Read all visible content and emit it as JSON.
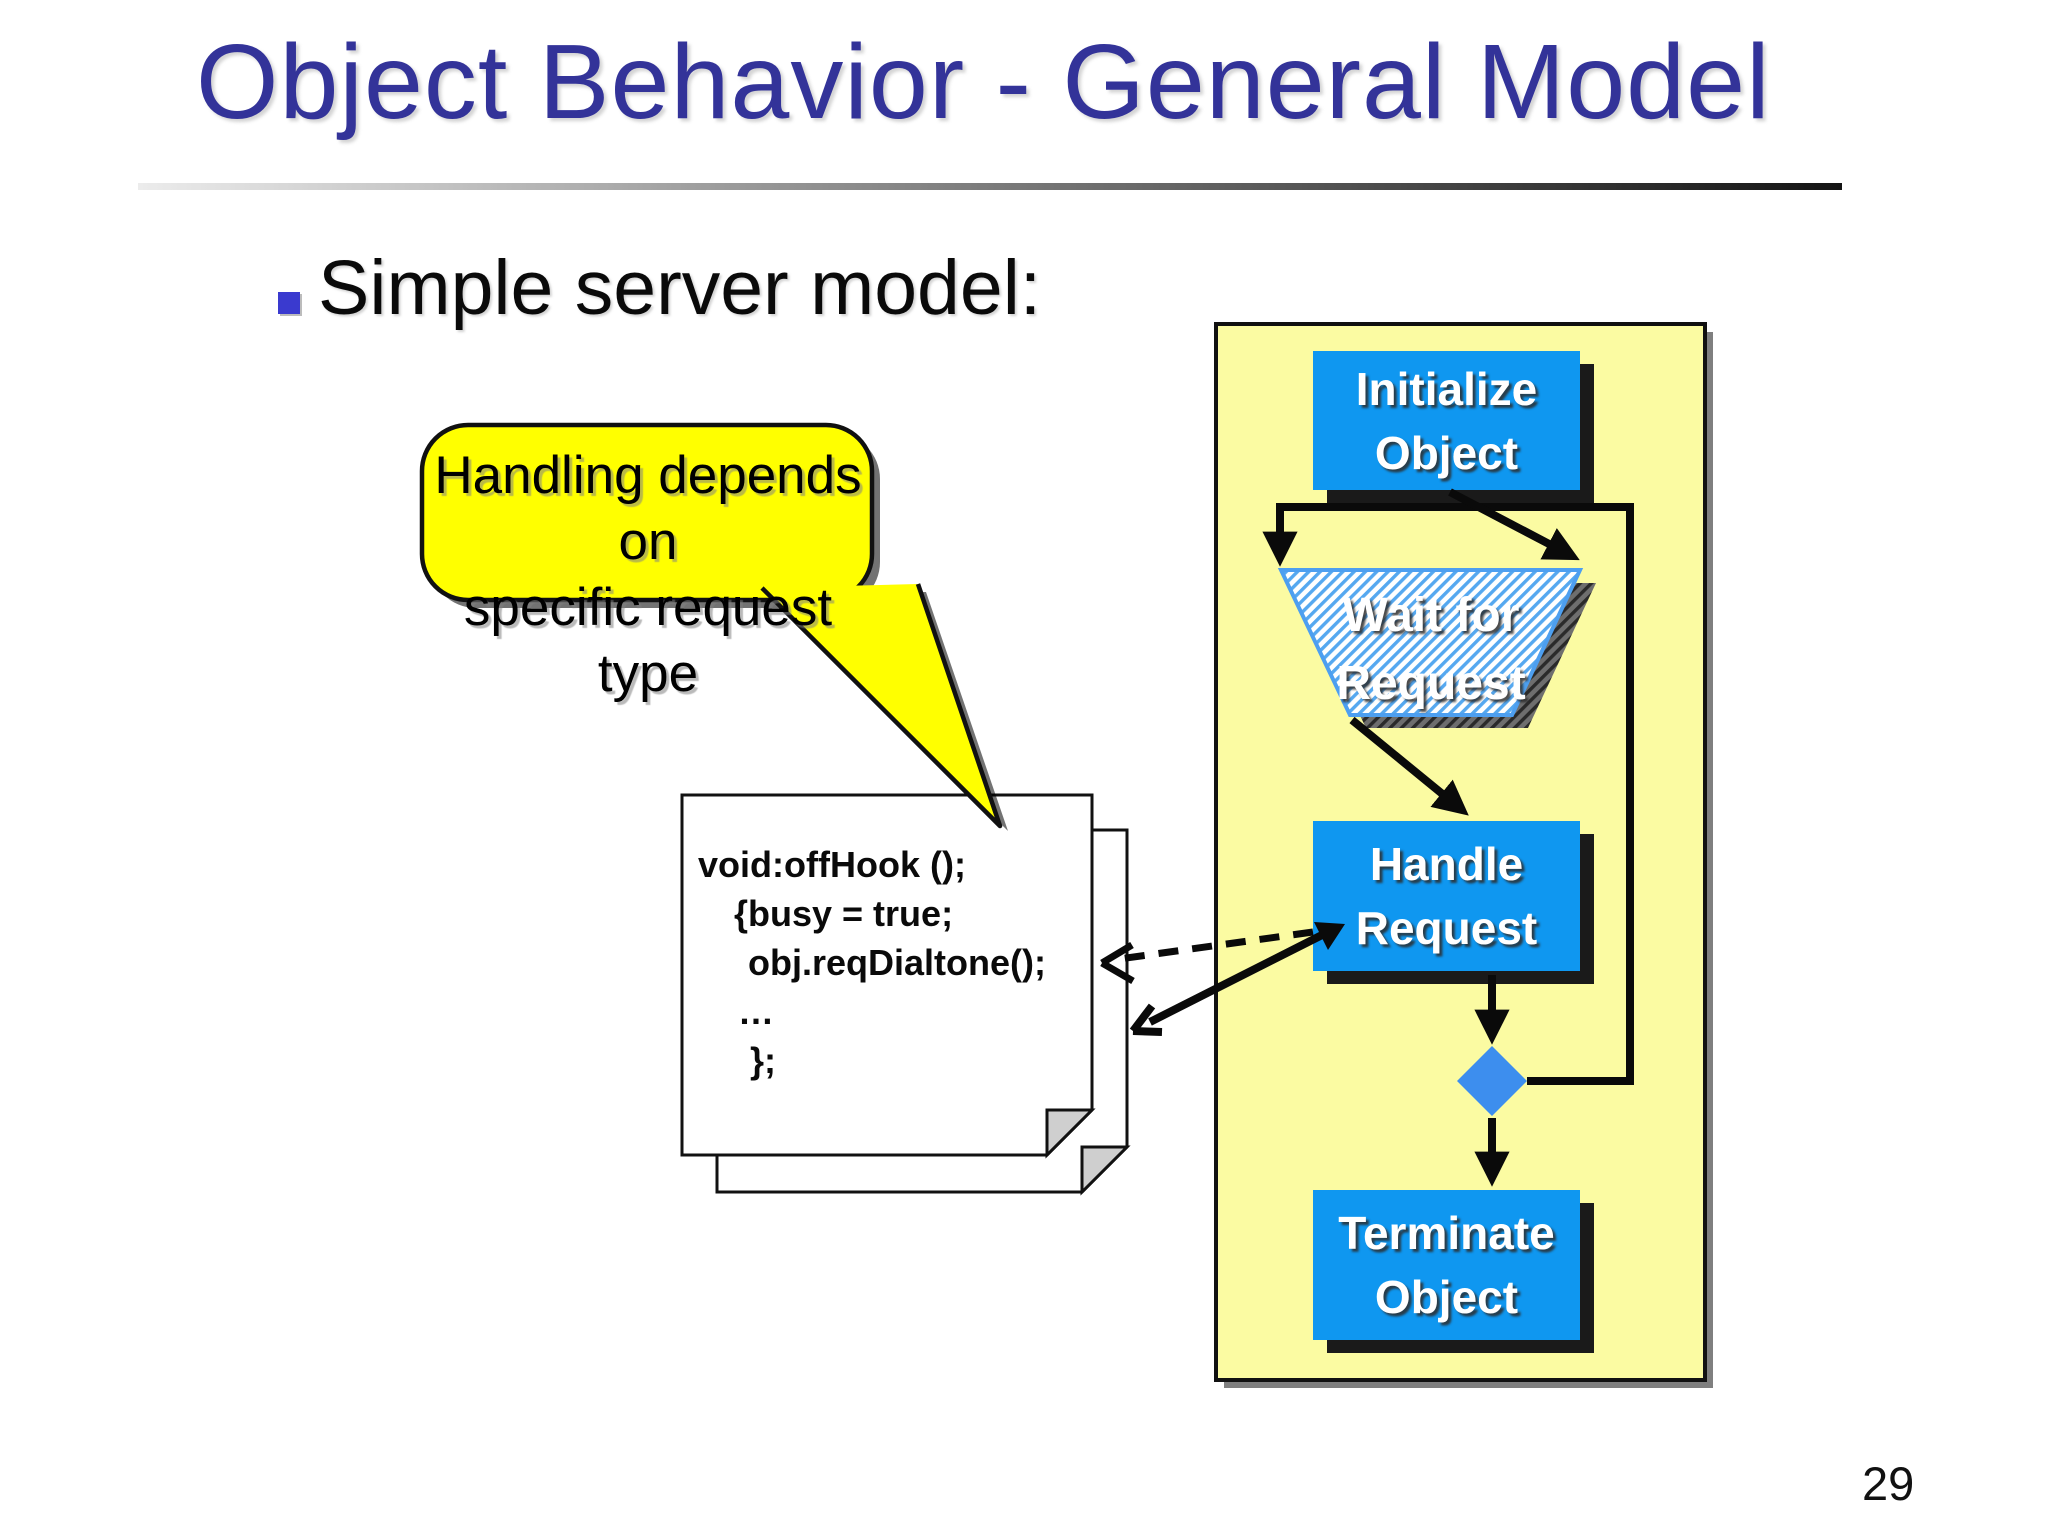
{
  "slide": {
    "title": "Object Behavior - General Model",
    "page_number": "29"
  },
  "bullet": {
    "text": "Simple server model:"
  },
  "callout": {
    "line1": "Handling depends on",
    "line2": "specific request type"
  },
  "code_note": {
    "lines": [
      "void:offHook ();",
      "{busy = true;",
      "obj.reqDialtone();",
      "…",
      "};"
    ]
  },
  "flowchart": {
    "initialize": {
      "line1": "Initialize",
      "line2": "Object"
    },
    "wait": {
      "line1": "Wait for",
      "line2": "Request"
    },
    "handle": {
      "line1": "Handle",
      "line2": "Request"
    },
    "terminate": {
      "line1": "Terminate",
      "line2": "Object"
    }
  },
  "colors": {
    "title": "#333399",
    "bullet_square": "#3a3acf",
    "panel_fill": "#fbfba2",
    "process_box": "#0f97f0",
    "decision_diamond": "#3d8eee",
    "trapezoid_stripe": "#55a8f0",
    "callout_fill": "#ffff00",
    "arrow": "#0a0a0a"
  }
}
